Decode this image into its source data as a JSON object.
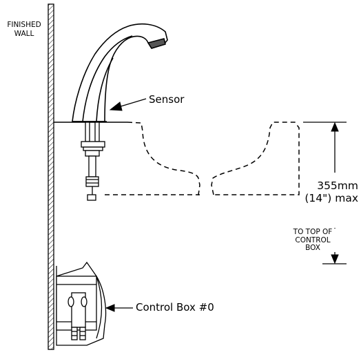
{
  "labels": {
    "finished_wall_line1": "FINISHED",
    "finished_wall_line2": "WALL",
    "sensor": "Sensor",
    "dimension_line1": "355mm",
    "dimension_line2": "(14\") max",
    "top_line1": "TO TOP OF",
    "top_line2": "CONTROL",
    "top_line3": "BOX",
    "control_box": "Control Box #0"
  }
}
